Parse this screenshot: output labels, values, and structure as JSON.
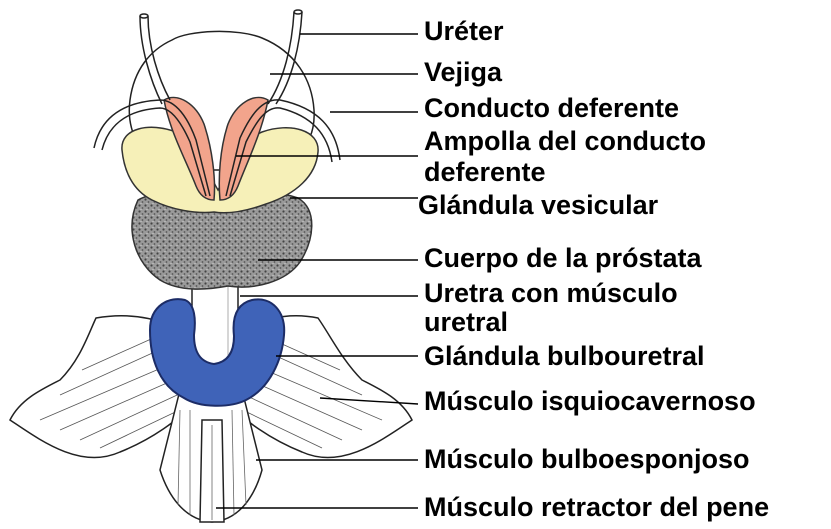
{
  "labels": {
    "ureter": "Uréter",
    "vejiga": "Vejiga",
    "conducto_deferente": "Conducto deferente",
    "ampolla_line1": "Ampolla del conducto",
    "ampolla_line2": "deferente",
    "glandula_vesicular": "Glándula vesicular",
    "cuerpo_prostata": "Cuerpo de la próstata",
    "uretra_line1": "Uretra con músculo",
    "uretra_line2": "uretral",
    "glandula_bulbouretral": "Glándula bulbouretral",
    "musculo_isquiocavernoso": "Músculo isquiocavernoso",
    "musculo_bulboesponjoso": "Músculo bulboesponjoso",
    "musculo_retractor": "Músculo retractor del pene"
  },
  "colors": {
    "ampolla": "#f2a48c",
    "vesicular": "#f6f0b8",
    "prostata": "#8a8a8a",
    "bulbouretral": "#3f63b8",
    "outline": "#222222",
    "background": "#ffffff"
  }
}
